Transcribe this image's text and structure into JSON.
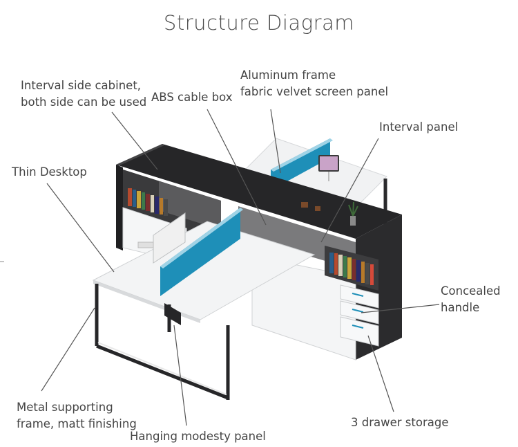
{
  "title": "Structure Diagram",
  "labels": {
    "interval_side_cabinet": [
      "Interval side cabinet,",
      "both side can be used"
    ],
    "abs_cable_box": [
      "ABS cable box"
    ],
    "aluminum_frame": [
      "Aluminum frame",
      "fabric velvet screen panel"
    ],
    "interval_panel": [
      "Interval panel"
    ],
    "thin_desktop": [
      "Thin Desktop"
    ],
    "concealed_handle": [
      "Concealed",
      "handle"
    ],
    "metal_frame": [
      "Metal supporting",
      "frame, matt finishing"
    ],
    "modesty_panel": [
      "Hanging modesty panel"
    ],
    "drawer_storage": [
      "3 drawer storage"
    ]
  },
  "colors": {
    "cabinet_black": "#262628",
    "screen_blue": "#1e8fb8",
    "desk_white": "#f3f4f5",
    "leader_line": "#555555"
  }
}
